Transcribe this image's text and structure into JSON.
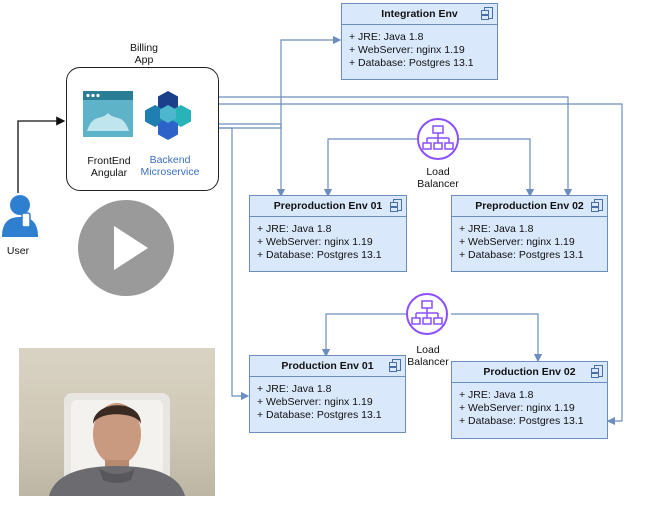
{
  "billing_app": {
    "title_line1": "Billing",
    "title_line2": "App",
    "frontend_line1": "FrontEnd",
    "frontend_line2": "Angular",
    "backend_line1": "Backend",
    "backend_line2": "Microservice"
  },
  "user": {
    "label": "User"
  },
  "load_balancers": [
    {
      "line1": "Load",
      "line2": "Balancer"
    },
    {
      "line1": "Load",
      "line2": "Balancer"
    }
  ],
  "environments": {
    "integration": {
      "title": "Integration Env",
      "props": [
        "+ JRE: Java 1.8",
        "+ WebServer: nginx 1.19",
        "+ Database: Postgres 13.1"
      ]
    },
    "preprod1": {
      "title": "Preproduction Env 01",
      "props": [
        "+ JRE: Java 1.8",
        "+ WebServer: nginx 1.19",
        "+ Database: Postgres 13.1"
      ]
    },
    "preprod2": {
      "title": "Preproduction Env 02",
      "props": [
        "+ JRE: Java 1.8",
        "+ WebServer: nginx 1.19",
        "+ Database: Postgres 13.1"
      ]
    },
    "prod1": {
      "title": "Production Env 01",
      "props": [
        "+ JRE: Java 1.8",
        "+ WebServer: nginx 1.19",
        "+ Database: Postgres 13.1"
      ]
    },
    "prod2": {
      "title": "Production Env 02",
      "props": [
        "+ JRE: Java 1.8",
        "+ WebServer: nginx 1.19",
        "+ Database: Postgres 13.1"
      ]
    }
  },
  "colors": {
    "box_fill": "#dae8fc",
    "box_border": "#6c8ebf",
    "connector": "#6c8ebf",
    "load_balancer": "#8c4fff",
    "user_icon": "#2f7fd1"
  }
}
